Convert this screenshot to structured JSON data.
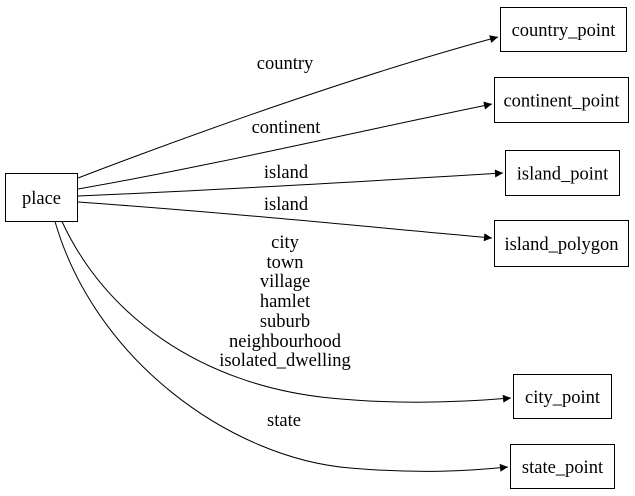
{
  "diagram": {
    "background_color": "#ffffff",
    "line_color": "#000000",
    "text_color": "#000000",
    "nodes": [
      {
        "id": "place",
        "label": "place"
      },
      {
        "id": "country_point",
        "label": "country_point"
      },
      {
        "id": "continent_point",
        "label": "continent_point"
      },
      {
        "id": "island_point",
        "label": "island_point"
      },
      {
        "id": "island_polygon",
        "label": "island_polygon"
      },
      {
        "id": "city_point",
        "label": "city_point"
      },
      {
        "id": "state_point",
        "label": "state_point"
      }
    ],
    "edges": [
      {
        "from": "place",
        "to": "country_point",
        "label": "country"
      },
      {
        "from": "place",
        "to": "continent_point",
        "label": "continent"
      },
      {
        "from": "place",
        "to": "island_point",
        "label": "island"
      },
      {
        "from": "place",
        "to": "island_polygon",
        "label": "island"
      },
      {
        "from": "place",
        "to": "city_point",
        "label_lines": [
          "city",
          "town",
          "village",
          "hamlet",
          "suburb",
          "neighbourhood",
          "isolated_dwelling"
        ]
      },
      {
        "from": "place",
        "to": "state_point",
        "label": "state"
      }
    ]
  }
}
